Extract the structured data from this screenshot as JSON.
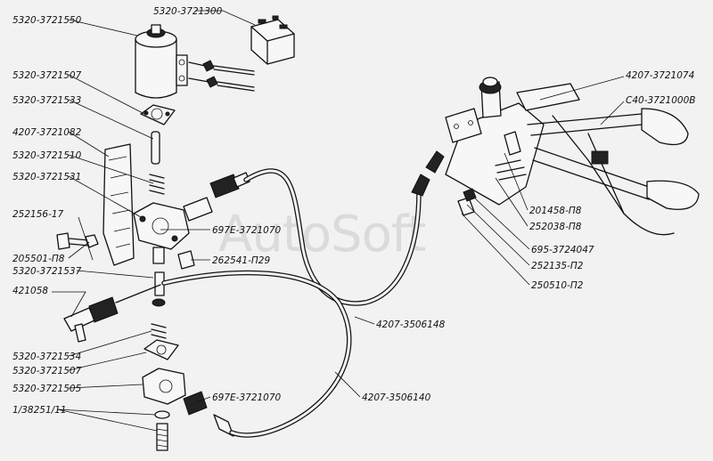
{
  "watermark": "AutoSoft",
  "labels": {
    "p5320_3721550": "5320-3721550",
    "p5320_3721300": "5320-3721300",
    "p5320_3721507_top": "5320-3721507",
    "p5320_3721533": "5320-3721533",
    "p4207_3721082": "4207-3721082",
    "p5320_3721510": "5320-3721510",
    "p5320_3721531": "5320-3721531",
    "p252156_17": "252156-17",
    "p205501_p8": "205501-П8",
    "p5320_3721537": "5320-3721537",
    "p421058": "421058",
    "p5320_3721534": "5320-3721534",
    "p5320_3721507_bottom": "5320-3721507",
    "p5320_3721505": "5320-3721505",
    "p1_38251_11": "1/38251/11",
    "p697e_3721070_top": "697Е-3721070",
    "p262541_p29": "262541-П29",
    "p697e_3721070_bottom": "697Е-3721070",
    "p4207_3506148": "4207-3506148",
    "p4207_3506140": "4207-3506140",
    "p4207_3721074": "4207-3721074",
    "p640_3721000v": "С40-3721000В",
    "p201458_p8": "201458-П8",
    "p252038_p8": "252038-П8",
    "p695_3724047": "695-3724047",
    "p252135_p2": "252135-П2",
    "p250510_p2": "250510-П2"
  }
}
